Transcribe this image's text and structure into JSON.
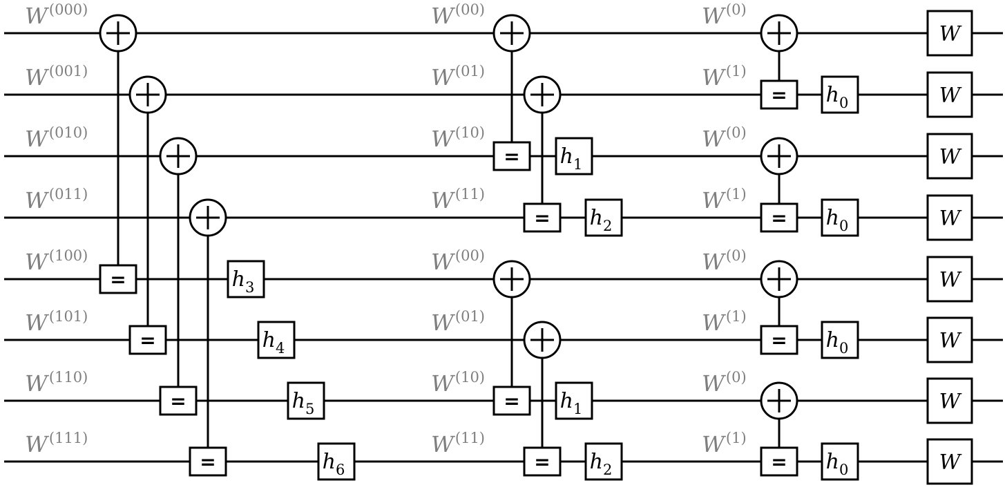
{
  "rows": [
    {
      "label_w": [
        {
          "base": "W",
          "sup": "(000)"
        },
        {
          "base": "W",
          "sup": "(00)"
        },
        {
          "base": "W",
          "sup": "(0)"
        }
      ]
    },
    {
      "label_w": [
        {
          "base": "W",
          "sup": "(001)"
        },
        {
          "base": "W",
          "sup": "(01)"
        },
        {
          "base": "W",
          "sup": "(1)"
        }
      ]
    },
    {
      "label_w": [
        {
          "base": "W",
          "sup": "(010)"
        },
        {
          "base": "W",
          "sup": "(10)"
        },
        {
          "base": "W",
          "sup": "(0)"
        }
      ]
    },
    {
      "label_w": [
        {
          "base": "W",
          "sup": "(011)"
        },
        {
          "base": "W",
          "sup": "(11)"
        },
        {
          "base": "W",
          "sup": "(1)"
        }
      ]
    },
    {
      "label_w": [
        {
          "base": "W",
          "sup": "(100)"
        },
        {
          "base": "W",
          "sup": "(00)"
        },
        {
          "base": "W",
          "sup": "(0)"
        }
      ]
    },
    {
      "label_w": [
        {
          "base": "W",
          "sup": "(101)"
        },
        {
          "base": "W",
          "sup": "(01)"
        },
        {
          "base": "W",
          "sup": "(1)"
        }
      ]
    },
    {
      "label_w": [
        {
          "base": "W",
          "sup": "(110)"
        },
        {
          "base": "W",
          "sup": "(10)"
        },
        {
          "base": "W",
          "sup": "(0)"
        }
      ]
    },
    {
      "label_w": [
        {
          "base": "W",
          "sup": "(111)"
        },
        {
          "base": "W",
          "sup": "(11)"
        },
        {
          "base": "W",
          "sup": "(1)"
        }
      ]
    }
  ],
  "h_boxes": {
    "stage1": [
      {
        "base": "h",
        "sub": "3"
      },
      {
        "base": "h",
        "sub": "4"
      },
      {
        "base": "h",
        "sub": "5"
      },
      {
        "base": "h",
        "sub": "6"
      }
    ],
    "stage2": [
      {
        "base": "h",
        "sub": "1"
      },
      {
        "base": "h",
        "sub": "2"
      },
      {
        "base": "h",
        "sub": "1"
      },
      {
        "base": "h",
        "sub": "2"
      }
    ],
    "stage3": [
      {
        "base": "h",
        "sub": "0"
      },
      {
        "base": "h",
        "sub": "0"
      },
      {
        "base": "h",
        "sub": "0"
      },
      {
        "base": "h",
        "sub": "0"
      }
    ]
  },
  "eq_symbol": "=",
  "output_label": "W"
}
